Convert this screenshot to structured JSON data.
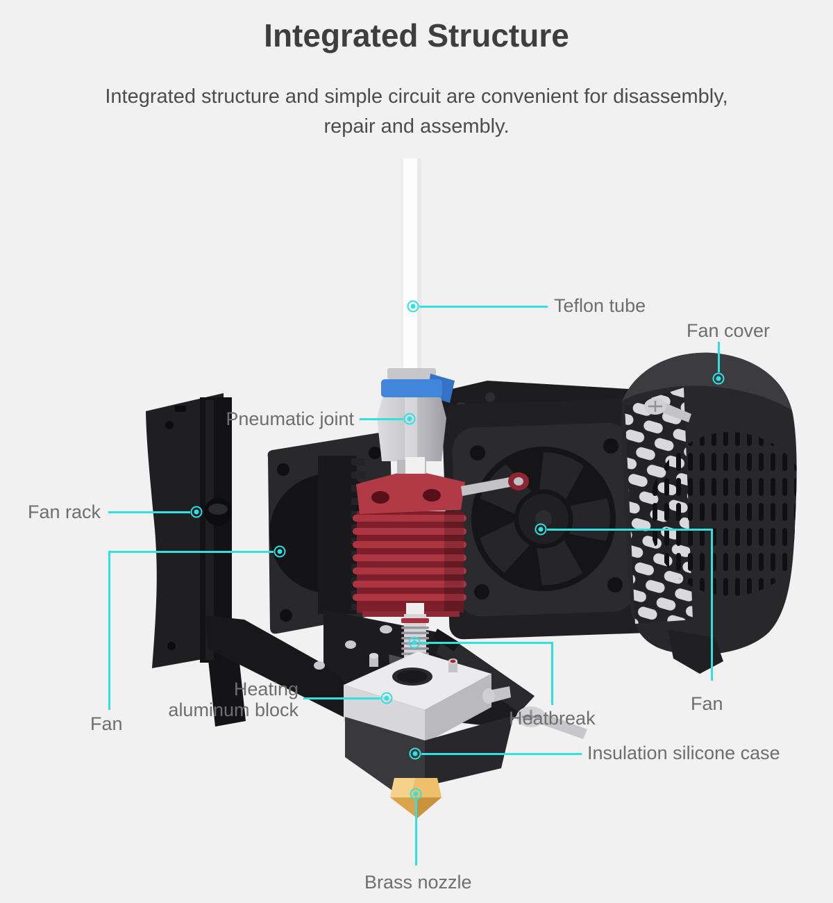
{
  "header": {
    "title": "Integrated Structure",
    "subtitle_line1": "Integrated structure and simple circuit are convenient for disassembly,",
    "subtitle_line2": "repair and assembly."
  },
  "labels": [
    {
      "id": "teflon-tube",
      "text": "Teflon tube"
    },
    {
      "id": "fan-cover",
      "text": "Fan cover"
    },
    {
      "id": "pneumatic-joint",
      "text": "Pneumatic joint"
    },
    {
      "id": "fan-rack",
      "text": "Fan rack"
    },
    {
      "id": "fan-left",
      "text": "Fan"
    },
    {
      "id": "heating-aluminum-block",
      "line1": "Heating",
      "line2": "aluminum block"
    },
    {
      "id": "heatbreak",
      "text": "Heatbreak"
    },
    {
      "id": "fan-right",
      "text": "Fan"
    },
    {
      "id": "insulation-silicone-case",
      "text": "Insulation silicone case"
    },
    {
      "id": "brass-nozzle",
      "text": "Brass nozzle"
    }
  ],
  "colors": {
    "background": "#f1f1f2",
    "accent_callout": "#2fe1e1",
    "title_text": "#3e3e3e",
    "subtitle_text": "#4c4c4c",
    "label_text": "#6e6e6e",
    "heatsink_red": "#a8303c",
    "collar_blue": "#4286dc",
    "brass_gold": "#eec06a",
    "part_black": "#222225",
    "metal_silver": "#c9c9cd",
    "tube_white": "#fcfcfc"
  }
}
